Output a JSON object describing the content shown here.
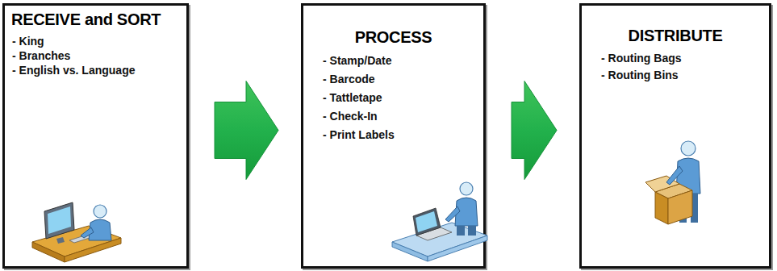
{
  "diagram": {
    "nodes": [
      {
        "text": [
          "RECEIVE and SORT",
          "- King",
          "- Branches",
          "- English vs. Language"
        ]
      },
      {
        "text": [
          "PROCESS",
          "- Stamp/Date",
          "- Barcode",
          "- Tattletape",
          "- Check-In",
          "- Print Labels"
        ]
      },
      {
        "text": [
          "DISTRIBUTE",
          "- Routing Bags",
          "- Routing Bins"
        ]
      }
    ],
    "edges": [
      {
        "from": 0,
        "to": 1,
        "arrow": "to"
      },
      {
        "from": 1,
        "to": 2,
        "arrow": "to"
      }
    ]
  }
}
